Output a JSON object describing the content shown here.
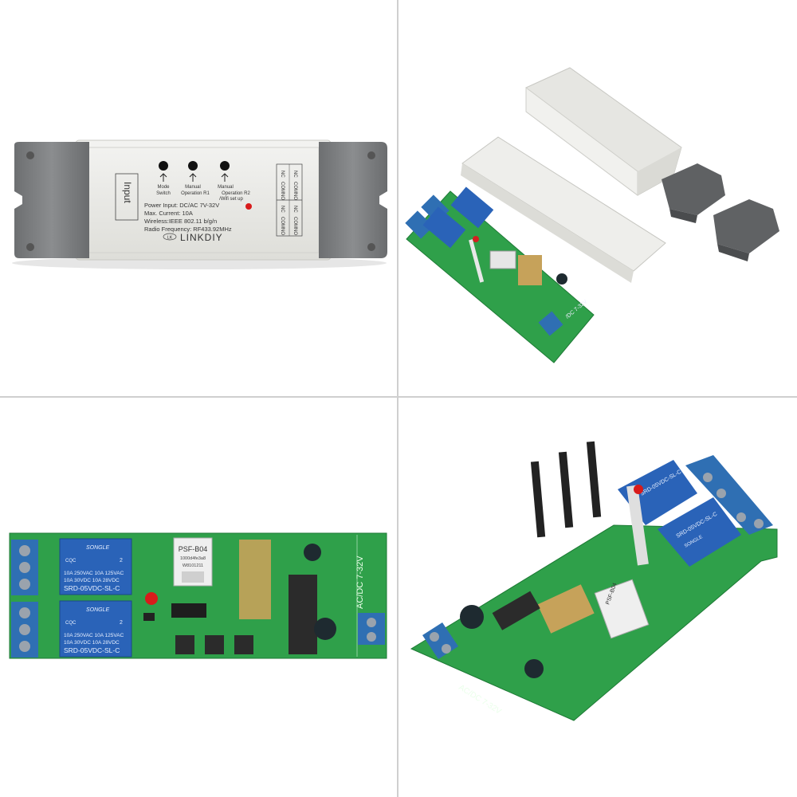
{
  "device": {
    "input_label": "Input",
    "btn_mode": "Mode",
    "btn_switch": "Switch",
    "btn_manual1": "Manual",
    "btn_op1": "Operation R1",
    "btn_manual2": "Manual",
    "btn_op2": "Operation R2",
    "btn_wifi": "/Wifi set up",
    "spec_power": "Power Input:  DC/AC 7V-32V",
    "spec_current": "Max. Current:  10A",
    "spec_wireless": "Wireless:IEEE 802.11 b/g/n",
    "spec_radio": "Radio Frequency:   RF433.92MHz",
    "logo_mark": "LK",
    "brand": "LINKDIY",
    "terminal_nc": "NC",
    "terminal_com": "COM",
    "terminal_no": "NO"
  },
  "board": {
    "relay_brand": "SONGLE",
    "relay_model": "SRD-05VDC-SL-C",
    "relay_rating1": "10A 250VAC  10A 125VAC",
    "relay_rating2": "10A  30VDC  10A  28VDC",
    "relay_cert": "2",
    "relay_cqc": "CQC",
    "module_name": "PSF-B04",
    "module_code": "1000d4fe3a8",
    "module_serial": "W8101211",
    "voltage_label": "AC/DC 7-32V",
    "small_voltage": "/DC 7-32V"
  },
  "colors": {
    "pcb": "#2fa04a",
    "relay": "#2a63b8",
    "terminal": "#2f6fb3",
    "housing": "#e9e9e6",
    "endcap": "#77797b"
  }
}
